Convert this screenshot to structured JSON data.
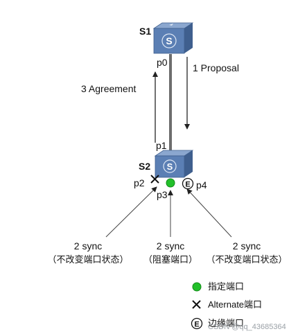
{
  "switches": {
    "s1": {
      "name": "S1",
      "glyph": "S"
    },
    "s2": {
      "name": "S2",
      "glyph": "S"
    }
  },
  "ports": {
    "p0": "p0",
    "p1": "p1",
    "p2": "p2",
    "p3": "p3",
    "p4": "p4"
  },
  "messages": {
    "proposal": "1 Proposal",
    "agreement": "3 Agreement"
  },
  "edge_mark": "E",
  "sync": [
    {
      "title": "2 sync",
      "subtitle": "（不改变端口状态）"
    },
    {
      "title": "2 sync",
      "subtitle": "（阻塞端口）"
    },
    {
      "title": "2 sync",
      "subtitle": "（不改变端口状态）"
    }
  ],
  "legend": {
    "designated": "指定端口",
    "alternate": "Alternate端口",
    "edge": "边缘端口"
  },
  "watermark": "CSDN @qq_43685364",
  "colors": {
    "switch_front": "#5b7fb4",
    "switch_top": "#8ba7cf",
    "switch_side": "#3f5f8e",
    "designated_port": "#22c02a",
    "arrow": "#222222"
  }
}
